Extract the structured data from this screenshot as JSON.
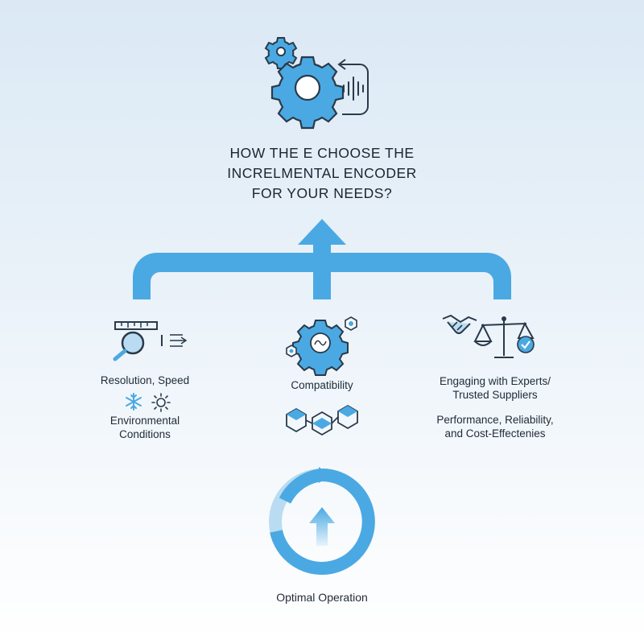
{
  "title": {
    "line1": "HOW THE E CHOOSE THE",
    "line2": "INCRELMENTAL ENCODER",
    "line3": "FOR YOUR NEEDS?"
  },
  "factors": [
    {
      "label": "Resolution, Speed",
      "icons": [
        "ruler-magnifier-icon",
        "signal-arrow-icon"
      ]
    },
    {
      "label": "Environmental Conditions",
      "line1": "Environmental",
      "line2": "Conditions",
      "icons": [
        "snowflake-icon",
        "sun-icon"
      ]
    },
    {
      "label": "Compatibility",
      "icons": [
        "gear-chip-icon",
        "hex-cube-chain-icon"
      ]
    },
    {
      "label": "Engaging with Experts/ Trusted Suppliers",
      "line1": "Engaging with Experts/",
      "line2": "Trusted Suppliers",
      "icons": [
        "handshake-icon",
        "balance-scale-icon"
      ]
    },
    {
      "label": "Performance, Reliability, and Cost-Effectenies",
      "line1": "Performance, Reliability,",
      "line2": "and Cost-Effectenies"
    }
  ],
  "outcome": {
    "label": "Optimal Operation",
    "icon": "cycle-arrow-icon"
  },
  "colors": {
    "accent": "#4aa9e3",
    "accent_light": "#b9dcf2",
    "stroke": "#2a3a4a",
    "background_top": "#dbe9f5"
  },
  "header_icon": "gears-signal-icon"
}
